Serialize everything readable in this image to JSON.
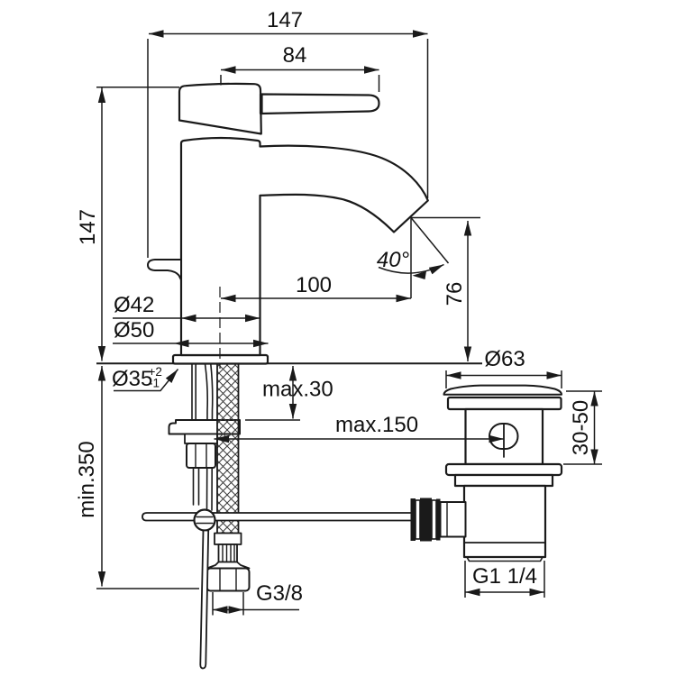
{
  "drawing": {
    "type": "technical-dimension-drawing",
    "subject": "single-lever basin mixer with pop-up waste",
    "colors": {
      "line": "#1a1a1a",
      "background": "#ffffff",
      "text": "#111111"
    },
    "dimensions": {
      "total_width": "147",
      "lever_reach": "84",
      "body_height": "147",
      "spout_reach": "100",
      "spout_outlet_height": "76",
      "spout_angle": "40°",
      "body_diameter": "Ø42",
      "base_diameter": "Ø50",
      "hole_diameter": "Ø35",
      "hole_tolerance_plus": "+2",
      "hole_tolerance_minus": "-1",
      "deck_thickness_max": "max.30",
      "popup_rod_distance_max": "max.150",
      "clearance_min": "min.350",
      "supply_connection": "G3/8",
      "waste_cap_diameter": "Ø63",
      "waste_deck_thickness": "30-50",
      "waste_connection": "G1 1/4"
    }
  }
}
